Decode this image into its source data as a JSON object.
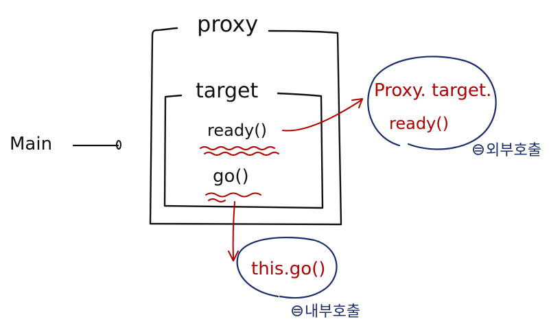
{
  "labels": {
    "main": "Main",
    "proxy": "proxy",
    "target": "target",
    "ready": "ready()",
    "go": "go()",
    "proxy_target_line1": "Proxy. target.",
    "proxy_target_line2": "ready()",
    "this_go": "this.go()",
    "external_call": "외부호출",
    "internal_call": "내부호출"
  },
  "colors": {
    "ink": "#111111",
    "red": "#b00000",
    "blue": "#1a2c6b"
  },
  "icons": {
    "external_bullet": "circled-minus-icon",
    "internal_bullet": "circled-minus-icon"
  }
}
